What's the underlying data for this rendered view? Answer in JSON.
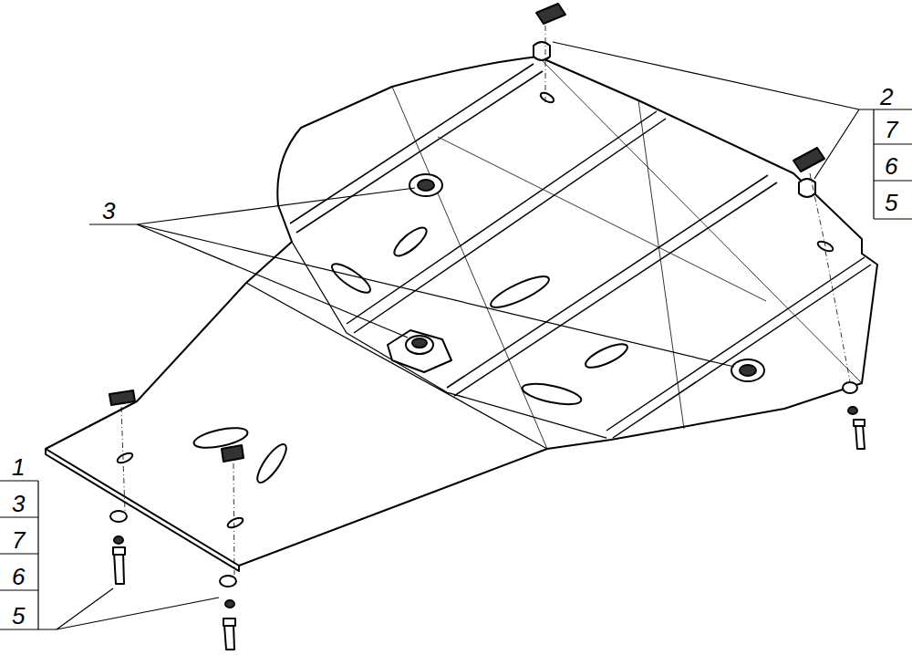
{
  "diagram": {
    "labels": [
      "2",
      "7",
      "6",
      "5",
      "3",
      "1",
      "3",
      "7",
      "6",
      "5"
    ]
  }
}
